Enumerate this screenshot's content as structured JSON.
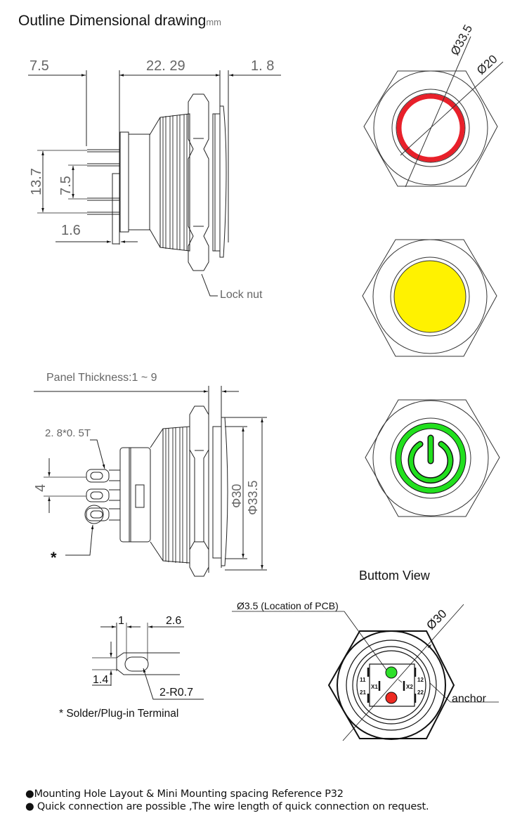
{
  "header": {
    "title": "Outline Dimensional drawing",
    "unit": "mm"
  },
  "side_view_top": {
    "dim_left": "7.5",
    "dim_body": "22. 29",
    "dim_flange": "1. 8",
    "dim_outer_pins": "13.7",
    "dim_inner_pins": "7.5",
    "dim_pin_offset": "1.6",
    "lock_nut_label": "Lock nut"
  },
  "front_views": {
    "ring_led": {
      "dim_outer": "Ø33.5",
      "dim_inner": "Ø20",
      "ring_color": "#e8202a"
    },
    "dot_led": {
      "fill_color": "#fff200"
    },
    "power_symbol_led": {
      "symbol_color": "#22e01e"
    }
  },
  "side_view_bottom": {
    "panel_thickness": "Panel Thickness:1 ~ 9",
    "terminal_size": "2. 8*0. 5T",
    "pin_pitch": "4",
    "dim_thread": "Φ30",
    "dim_flange": "Φ33.5",
    "asterisk": "*"
  },
  "terminal_detail": {
    "dim_1": "1",
    "dim_2": "2.6",
    "dim_3": "1.4",
    "radius": "2-R0.7",
    "caption": "* Solder/Plug-in Terminal"
  },
  "bottom_view": {
    "title": "Buttom View",
    "pcb_label": "Ø3.5  (Location of PCB)",
    "dim_diameter": "Ø30",
    "anchor_label": "anchor",
    "pins": [
      "11",
      "21",
      "12",
      "22"
    ],
    "x1": "X1",
    "x2": "X2",
    "led_green": "#2ee02a",
    "led_red": "#ee2a22"
  },
  "footer": {
    "notes": [
      "●Mounting Hole Layout & Mini Mounting spacing Reference P32",
      "● Quick connection are possible ,The wire length of quick connection on request."
    ]
  }
}
